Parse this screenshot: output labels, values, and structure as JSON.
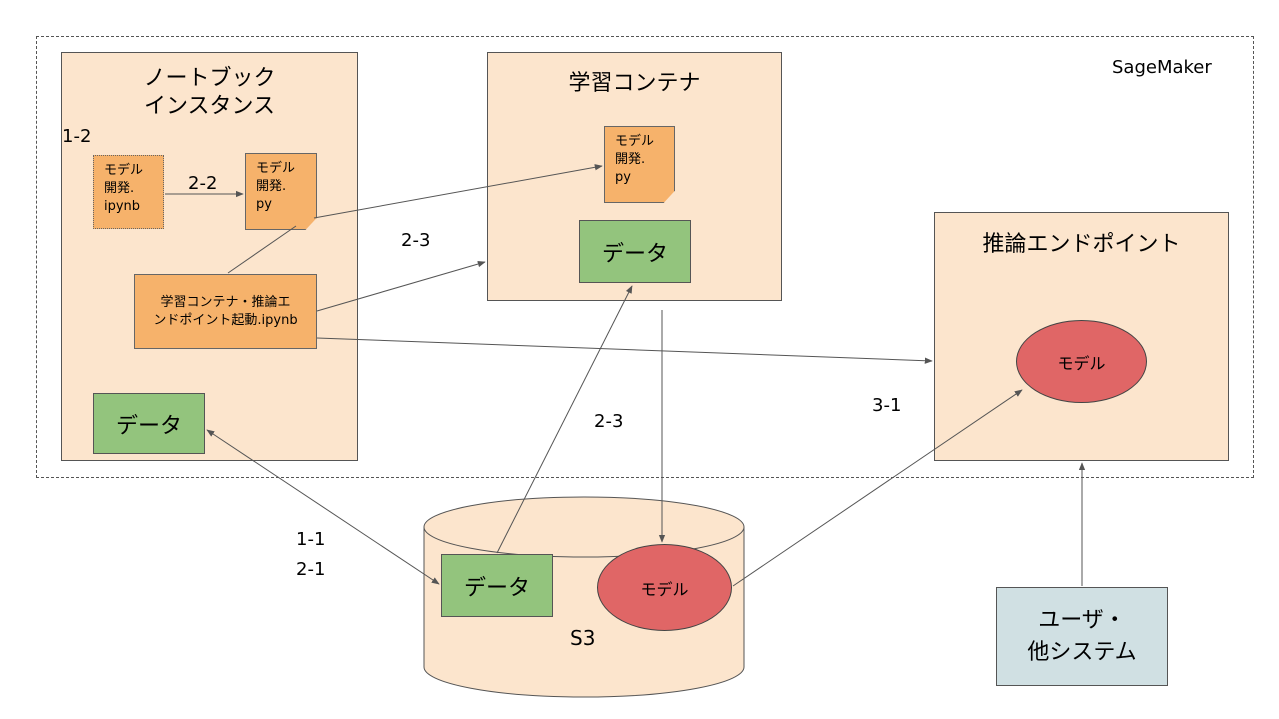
{
  "boundary": {
    "label": "SageMaker"
  },
  "notebook": {
    "title_line1": "ノートブック",
    "title_line2": "インスタンス",
    "ipynb_doc": {
      "line1": "モデル",
      "line2": "開発.",
      "line3": "ipynb"
    },
    "py_doc": {
      "line1": "モデル",
      "line2": "開発.",
      "line3": "py"
    },
    "launcher_line1": "学習コンテナ・推論エ",
    "launcher_line2": "ンドポイント起動.ipynb",
    "data_label": "データ"
  },
  "training": {
    "title": "学習コンテナ",
    "py_doc": {
      "line1": "モデル",
      "line2": "開発.",
      "line3": "py"
    },
    "data_label": "データ"
  },
  "endpoint": {
    "title": "推論エンドポイント",
    "model_label": "モデル"
  },
  "s3": {
    "label": "S3",
    "data_label": "データ",
    "model_label": "モデル"
  },
  "user": {
    "line1": "ユーザ・",
    "line2": "他システム"
  },
  "step_labels": {
    "s1_2": "1-2",
    "s2_2": "2-2",
    "s2_3_top": "2-3",
    "s2_3_mid": "2-3",
    "s3_1": "3-1",
    "s1_1": "1-1",
    "s2_1": "2-1"
  }
}
